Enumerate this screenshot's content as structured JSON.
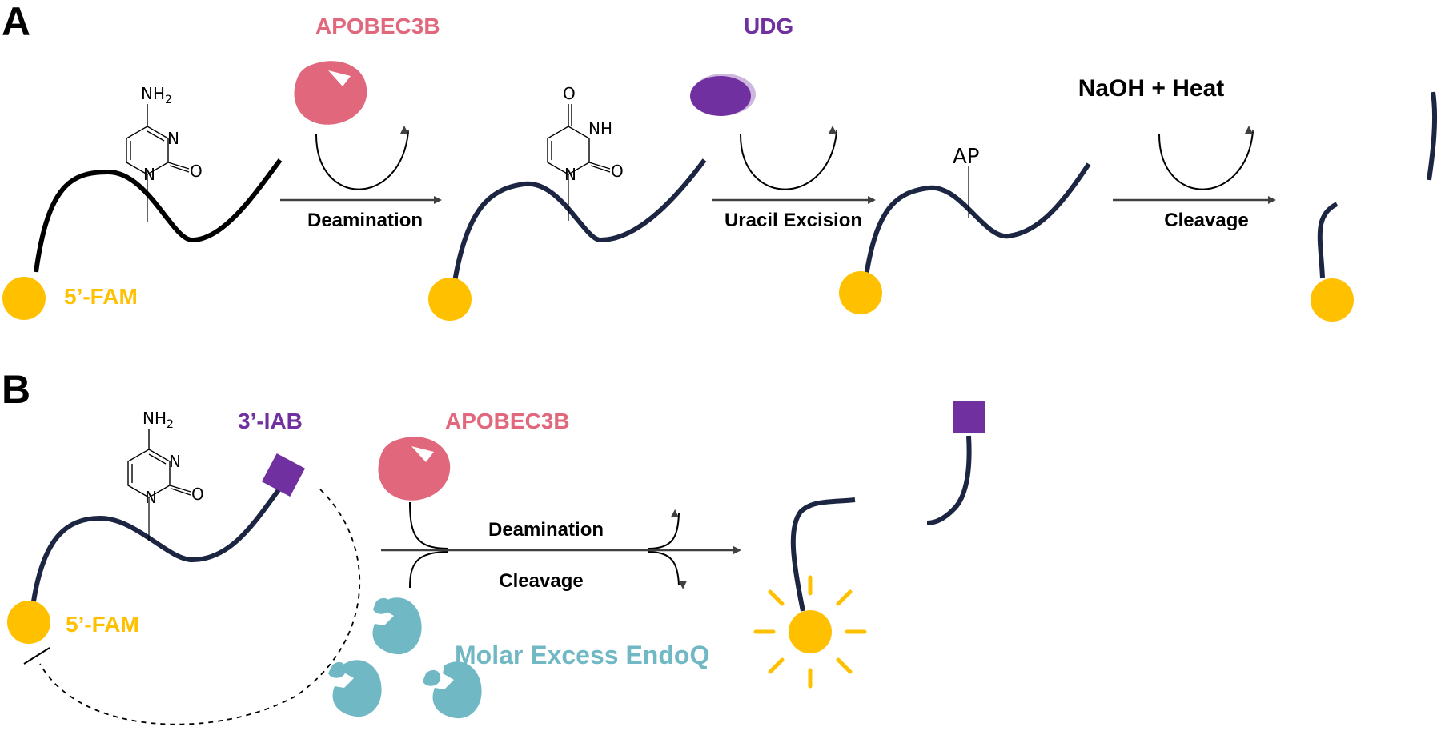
{
  "panel_a": {
    "letter": "A",
    "enzyme1": "APOBEC3B",
    "enzyme2": "UDG",
    "condition": "NaOH + Heat",
    "step1": "Deamination",
    "step2": "Uracil Excision",
    "step3": "Cleavage",
    "fam_label": "5’-FAM",
    "ap_label": "AP",
    "cytosine_nh2": "NH",
    "cytosine_sub": "2",
    "cyto_n": "N",
    "cyto_o": "O",
    "uracil_nh": "NH",
    "uracil_n": "N",
    "uracil_o_top": "O",
    "uracil_o_right": "O"
  },
  "panel_b": {
    "letter": "B",
    "quencher_label": "3’-IAB",
    "enzyme1": "APOBEC3B",
    "step1": "Deamination",
    "step2": "Cleavage",
    "fam_label": "5’-FAM",
    "endoq_label": "Molar Excess EndoQ",
    "cytosine_nh2": "NH",
    "cytosine_sub": "2",
    "cyto_n": "N",
    "cyto_o": "O"
  },
  "colors": {
    "fam": "#FFC000",
    "apobec": "#E0677C",
    "udg": "#7030A0",
    "iab": "#7030A0",
    "endoq": "#6FB8C4",
    "dna_dark": "#1C2541",
    "dna_black": "#000000",
    "arrow": "#404040"
  }
}
